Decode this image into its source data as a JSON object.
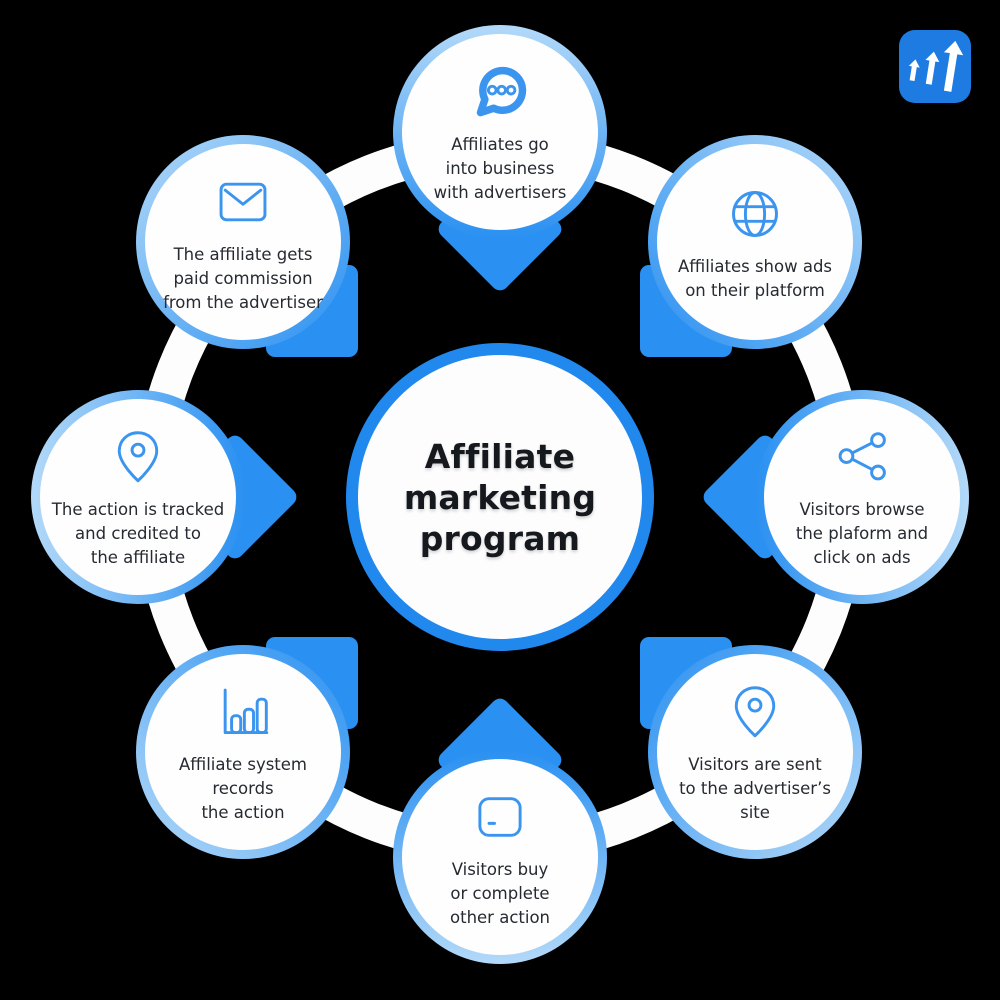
{
  "background_color": "#000000",
  "center": {
    "title": "Affiliate\nmarketing\nprogram"
  },
  "nodes": [
    {
      "position": "top",
      "icon": "chat-bubble-icon",
      "label": "Affiliates go\ninto business\nwith advertisers"
    },
    {
      "position": "top-right",
      "icon": "globe-icon",
      "label": "Affiliates show ads\non their platform"
    },
    {
      "position": "right",
      "icon": "share-nodes-icon",
      "label": "Visitors browse\nthe plaform and\nclick on ads"
    },
    {
      "position": "bottom-right",
      "icon": "location-pin-icon",
      "label": "Visitors are sent\nto the advertiser’s\nsite"
    },
    {
      "position": "bottom",
      "icon": "payment-card-icon",
      "label": "Visitors buy\nor complete\nother action"
    },
    {
      "position": "bottom-left",
      "icon": "bar-chart-icon",
      "label": "Affiliate system\nrecords\nthe action"
    },
    {
      "position": "left",
      "icon": "location-pin-icon",
      "label": "The action is tracked\nand credited to\nthe affiliate"
    },
    {
      "position": "top-left",
      "icon": "envelope-icon",
      "label": "The affiliate gets\npaid commission\nfrom the advertiser"
    }
  ],
  "logo": {
    "name": "growth-arrows-logo",
    "background": "#1e7be2",
    "arrow_color": "#ffffff"
  },
  "colors": {
    "hub_border": "#2188ee",
    "ring": "#fdfdfd",
    "node_gradient_light": "#b3d9f8",
    "node_gradient_dark": "#2a90f1",
    "pointer": "#2a90f1",
    "icon_stroke": "#3b95ef",
    "node_text": "#262a31",
    "title_text": "#15181d",
    "circle_fill": "#fefefe"
  }
}
